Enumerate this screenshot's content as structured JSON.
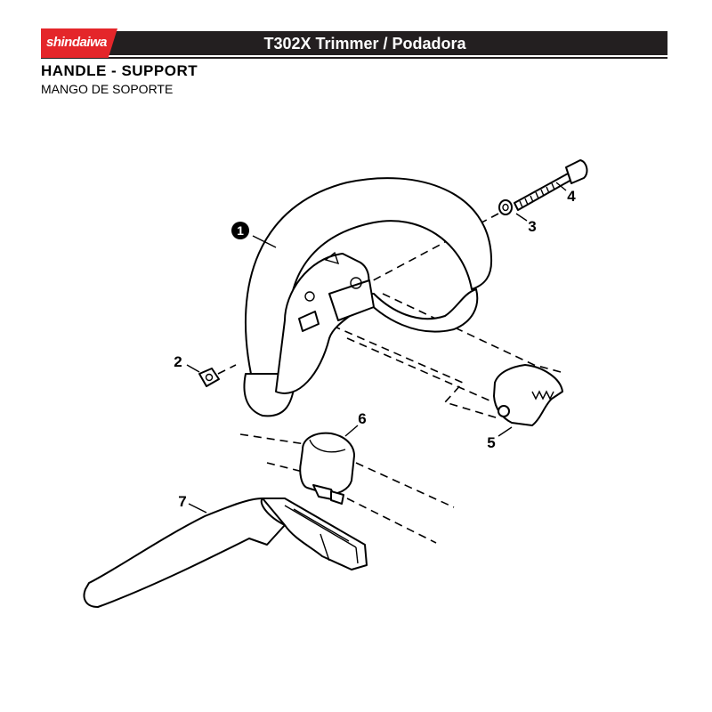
{
  "header": {
    "brand": "shindaiwa",
    "title": "T302X Trimmer / Podadora",
    "brand_color": "#e4262a",
    "bar_color": "#231f20"
  },
  "section": {
    "title": "HANDLE - SUPPORT",
    "subtitle": "MANGO DE SOPORTE"
  },
  "callouts": [
    {
      "id": "1",
      "part": "handle"
    },
    {
      "id": "2",
      "part": "square-nut"
    },
    {
      "id": "3",
      "part": "washer"
    },
    {
      "id": "4",
      "part": "bolt"
    },
    {
      "id": "5",
      "part": "handle-clamp"
    },
    {
      "id": "6",
      "part": "shaft-clamp"
    },
    {
      "id": "7",
      "part": "support-bracket"
    }
  ]
}
